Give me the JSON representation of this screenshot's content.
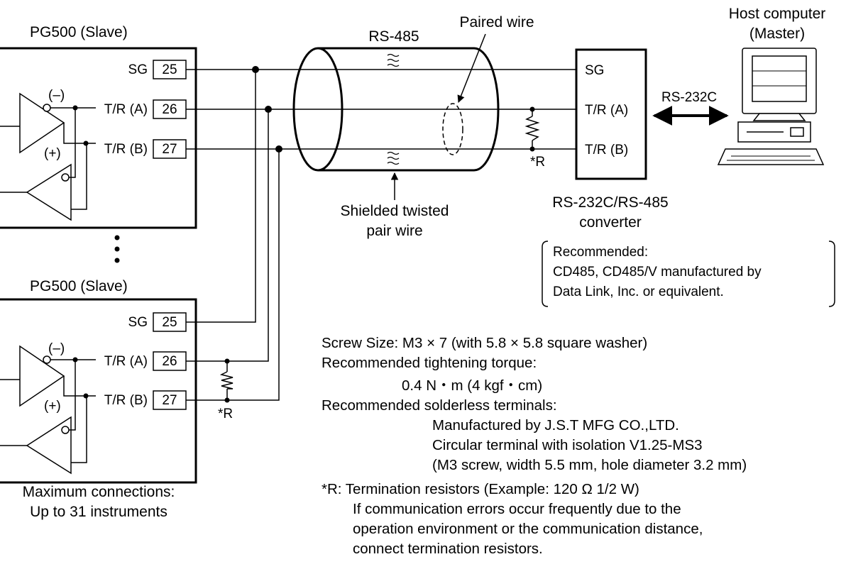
{
  "slave_top": {
    "title": "PG500 (Slave)",
    "terminals": [
      {
        "label": "SG",
        "num": "25"
      },
      {
        "label": "T/R (A)",
        "num": "26"
      },
      {
        "label": "T/R (B)",
        "num": "27"
      }
    ],
    "minus": "(–)",
    "plus": "(+)"
  },
  "slave_bottom": {
    "title": "PG500 (Slave)",
    "terminals": [
      {
        "label": "SG",
        "num": "25"
      },
      {
        "label": "T/R (A)",
        "num": "26"
      },
      {
        "label": "T/R (B)",
        "num": "27"
      }
    ],
    "minus": "(–)",
    "plus": "(+)"
  },
  "cable": {
    "protocol": "RS-485",
    "paired_wire": "Paired wire",
    "shielded_line1": "Shielded twisted",
    "shielded_line2": "pair wire"
  },
  "converter": {
    "terminals": [
      "SG",
      "T/R (A)",
      "T/R (B)"
    ],
    "name_line1": "RS-232C/RS-485",
    "name_line2": "converter",
    "recommended": [
      "Recommended:",
      "CD485, CD485/V manufactured by",
      "Data Link, Inc. or equivalent."
    ]
  },
  "host": {
    "line1": "Host computer",
    "line2": "(Master)",
    "link": "RS-232C"
  },
  "resistor_label": "*R",
  "max_connections": [
    "Maximum connections:",
    "Up to 31 instruments"
  ],
  "notes": {
    "screw": "Screw Size:  M3 × 7 (with 5.8 × 5.8 square washer)",
    "torque_title": "Recommended tightening torque:",
    "torque_value": "0.4 N・m (4 kgf・cm)",
    "terminals_title": "Recommended solderless terminals:",
    "terminals_lines": [
      "Manufactured by J.S.T MFG CO.,LTD.",
      "Circular terminal with isolation V1.25-MS3",
      "(M3 screw, width 5.5 mm, hole diameter 3.2 mm)"
    ],
    "resistor_lines": [
      "*R: Termination resistors (Example: 120 Ω   1/2 W)",
      "If communication errors occur frequently due to the",
      "operation environment or the communication distance,",
      "connect termination resistors."
    ]
  }
}
